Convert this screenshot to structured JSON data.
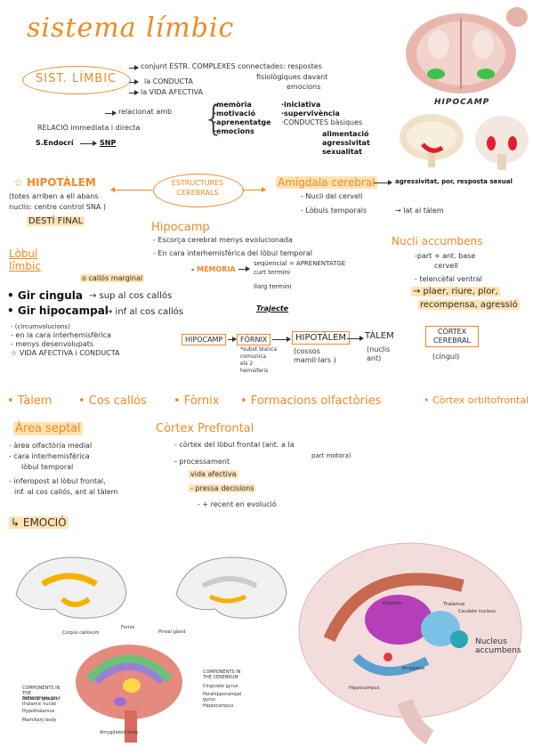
{
  "title": "sistema límbic",
  "top": {
    "oval_label": "SIST. LÍMBIC",
    "line1": "conjunt ESTR. COMPLEXES connectades: respostes",
    "line1b": "fisiològiques davant",
    "line1c": "emocions",
    "line2": "la CONDUCTA",
    "line3": "la VIDA AFECTIVA",
    "related": "relacionat amb",
    "brace_left": [
      "·memòria",
      "·motivació",
      "·aprenentatge",
      "·emocions"
    ],
    "brace_right": [
      "·iniciativa",
      "·supervivència",
      "·CONDUCTES bàsiques"
    ],
    "basics": [
      "alimentació",
      "agressivitat",
      "sexualitat"
    ],
    "relation": "RELACIÓ immediata i directa",
    "endocri": "S.Endocrí",
    "snp": "SNP"
  },
  "brain_top": {
    "label": "HIPOCAMP"
  },
  "estructures": {
    "label": "ESTRUCTURES CEREBRALS"
  },
  "hipotalem": {
    "title": "HIPOTÀLEM",
    "line1": "(totes arriben a ell abans",
    "line2": "nuclis: centre control SNA )",
    "line3": "DESTÍ FINAL"
  },
  "amigdala": {
    "title": "Amígdala cerebral",
    "note": "agressivitat, por, resposta sexual",
    "items": [
      "- Nucli del cervell",
      "- Lòbuls temporals",
      "→ lat al tàlem"
    ]
  },
  "hipocamp": {
    "title": "Hipocamp",
    "items": [
      "- Escorça cerebral menys evolucionada",
      "- En cara interhemisfèrica del lòbul temporal"
    ],
    "memoria": "MEMÒRIA",
    "mem_items": [
      "seqüencial = APRENENTATGE",
      "curt termini",
      "llarg termini"
    ],
    "trajecte": "Trajecte"
  },
  "nucli": {
    "title": "Nucli accumbens",
    "items": [
      "-part + ant. base",
      "cervell",
      "- telencèfal ventral",
      "→ plaer, riure, plor,",
      "recompensa, agressió"
    ]
  },
  "lobul": {
    "title": "Lòbul límbic",
    "calloso": "o callós marginal",
    "cingula": "• Gir cingula",
    "cingula_note": "→ sup al cos callós",
    "hipocampal": "• Gir hipocampal",
    "hipocampal_note": "→ inf al cos callós",
    "items": [
      "- (circumvolucions)",
      "- en la cara interhemisfèrica",
      "- menys desenvolupats",
      "☆ VIDA AFECTIVA i CONDUCTA"
    ]
  },
  "trajecte": {
    "boxes": [
      "HIPOCAMP",
      "FÒRNIX",
      "HIPOTÀLEM",
      "TÀLEM",
      "CÒRTEX CEREBRAL"
    ],
    "fornix_note": [
      "*subst blanca",
      "comunica",
      "els 2",
      "hemisferis"
    ],
    "hipotalem_note": [
      "(cossos",
      "mamil·lars )"
    ],
    "talem_note": [
      "(nuclis",
      "ant)"
    ],
    "cortex_note": "(cíngul)"
  },
  "row": [
    "• Tàlem",
    "• Cos callós",
    "• Fòrnix",
    "• Formacions olfactòries",
    "• Còrtex orbitofrontal"
  ],
  "septal": {
    "title": "Àrea septal",
    "items": [
      "- àrea olfactòria medial",
      "- cara interhemisfèrica",
      "lòbul temporal",
      "- inferopost al lòbul frontal,",
      "inf. al cos callós, ant al tàlem"
    ],
    "emocio": "↳ EMOCIÓ"
  },
  "prefrontal": {
    "title": "Còrtex Prefrontal",
    "items": [
      "- còrtex del lòbul frontal (ant. a la",
      "part motora)",
      "- processament",
      "vida afectiva",
      "- pressa decisions",
      "- + recent en evolució"
    ]
  },
  "diagram_labels": {
    "corpus": "Corpus callosum",
    "fornix": "Fornix",
    "pineal": "Pineal gland",
    "diencephalon": "COMPONENTS IN THE DIENCEPHALON",
    "anterior": "Anterior group of thalamic nuclei",
    "hypothalamus": "Hypothalamus",
    "mamillary": "Mamillary body",
    "amygdaloid": "Amygdaloid body",
    "cerebrum": "COMPONENTS IN THE CEREBRUM",
    "cingulate": "Cingulate gyrus",
    "parahippo": "Parahippocampal gyrus",
    "hippocampus": "Hippocampus",
    "putamen": "Putamen",
    "thalamus": "Thalamus",
    "caudate": "Caudate nucleus",
    "nucleus": "Nucleus accumbens",
    "amygdala": "Amygdala",
    "hippocampus2": "Hippocampus"
  },
  "colors": {
    "accent": "#f08a24",
    "highlight": "#ffe3b3"
  }
}
